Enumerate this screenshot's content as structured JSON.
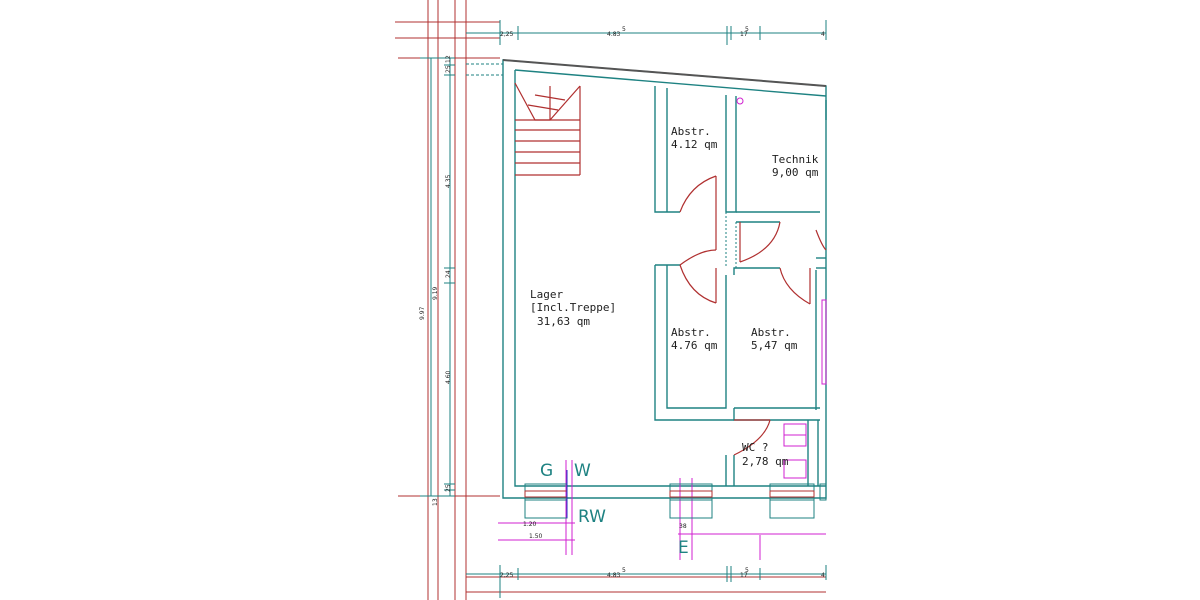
{
  "rooms": {
    "lager": {
      "name": "Lager",
      "note": "[Incl.Treppe]",
      "area": "31,63 qm"
    },
    "abstr1": {
      "name": "Abstr.",
      "area": "4.12 qm"
    },
    "technik": {
      "name": "Technik",
      "area": "9,00 qm"
    },
    "abstr2": {
      "name": "Abstr.",
      "area": "4.76 qm"
    },
    "abstr3": {
      "name": "Abstr.",
      "area": "5,47 qm"
    },
    "wc": {
      "name": "WC ?",
      "area": "2,78 qm"
    }
  },
  "markers": {
    "g": "G",
    "w": "W",
    "rw": "RW",
    "e": "E"
  },
  "dims": {
    "top": [
      "2,25",
      "4.83",
      "5",
      "17",
      "5",
      "4"
    ],
    "bottom": [
      "2,25",
      "4.83",
      "5",
      "17",
      "5",
      "4"
    ],
    "left_total": "9.97",
    "left_inner": "9.19",
    "left_upper": "4.35",
    "left_lower": "4.60",
    "left_mid": "24",
    "left_top_a": "25",
    "left_top_b": "12",
    "left_bot_a": "13",
    "left_bot_b": "25",
    "win_a": "1.20",
    "win_b": "1.50",
    "win_c": "38"
  },
  "colors": {
    "walls": "#1e8282",
    "doors": "#b03030",
    "fixtures": "#d020d0",
    "grid": "#c03030"
  }
}
